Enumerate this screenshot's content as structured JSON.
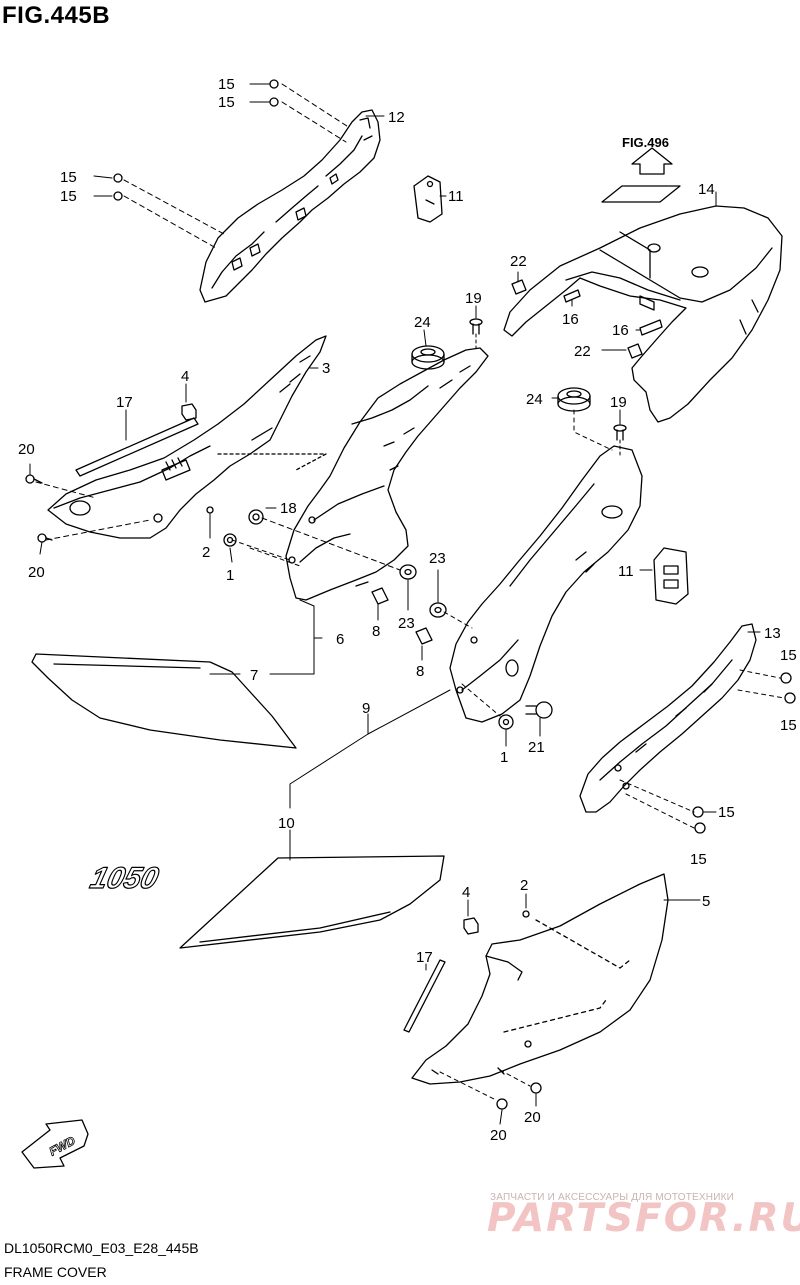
{
  "figure": {
    "title": "FIG.445B",
    "ref_label": "FIG.496"
  },
  "footer": {
    "code": "DL1050RCM0_E03_E28_445B",
    "caption": "FRAME COVER"
  },
  "watermark": {
    "small": "ЗАПЧАСТИ И АКСЕССУАРЫ ДЛЯ МОТОТЕХНИКИ",
    "big": "PARTSFOR.RU"
  },
  "decal_text": "1050",
  "badge_text": "FWD",
  "callouts": [
    {
      "id": "c1",
      "number": "15"
    },
    {
      "id": "c2",
      "number": "15"
    },
    {
      "id": "c3",
      "number": "12"
    },
    {
      "id": "c4",
      "number": "15"
    },
    {
      "id": "c5",
      "number": "15"
    },
    {
      "id": "c6",
      "number": "11"
    },
    {
      "id": "c7",
      "number": "14"
    },
    {
      "id": "c8",
      "number": "22"
    },
    {
      "id": "c9",
      "number": "16"
    },
    {
      "id": "c10",
      "number": "16"
    },
    {
      "id": "c11",
      "number": "22"
    },
    {
      "id": "c12",
      "number": "24"
    },
    {
      "id": "c13",
      "number": "19"
    },
    {
      "id": "c14",
      "number": "3"
    },
    {
      "id": "c15",
      "number": "4"
    },
    {
      "id": "c16",
      "number": "17"
    },
    {
      "id": "c17",
      "number": "20"
    },
    {
      "id": "c18",
      "number": "20"
    },
    {
      "id": "c19",
      "number": "2"
    },
    {
      "id": "c20",
      "number": "1"
    },
    {
      "id": "c21",
      "number": "18"
    },
    {
      "id": "c22",
      "number": "24"
    },
    {
      "id": "c23",
      "number": "19"
    },
    {
      "id": "c24",
      "number": "23"
    },
    {
      "id": "c25",
      "number": "23"
    },
    {
      "id": "c26",
      "number": "8"
    },
    {
      "id": "c27",
      "number": "8"
    },
    {
      "id": "c28",
      "number": "6"
    },
    {
      "id": "c29",
      "number": "7"
    },
    {
      "id": "c30",
      "number": "11"
    },
    {
      "id": "c31",
      "number": "13"
    },
    {
      "id": "c32",
      "number": "15"
    },
    {
      "id": "c33",
      "number": "15"
    },
    {
      "id": "c34",
      "number": "9"
    },
    {
      "id": "c35",
      "number": "1"
    },
    {
      "id": "c36",
      "number": "21"
    },
    {
      "id": "c37",
      "number": "15"
    },
    {
      "id": "c38",
      "number": "15"
    },
    {
      "id": "c39",
      "number": "10"
    },
    {
      "id": "c40",
      "number": "4"
    },
    {
      "id": "c41",
      "number": "2"
    },
    {
      "id": "c42",
      "number": "5"
    },
    {
      "id": "c43",
      "number": "17"
    },
    {
      "id": "c44",
      "number": "20"
    },
    {
      "id": "c45",
      "number": "20"
    }
  ]
}
